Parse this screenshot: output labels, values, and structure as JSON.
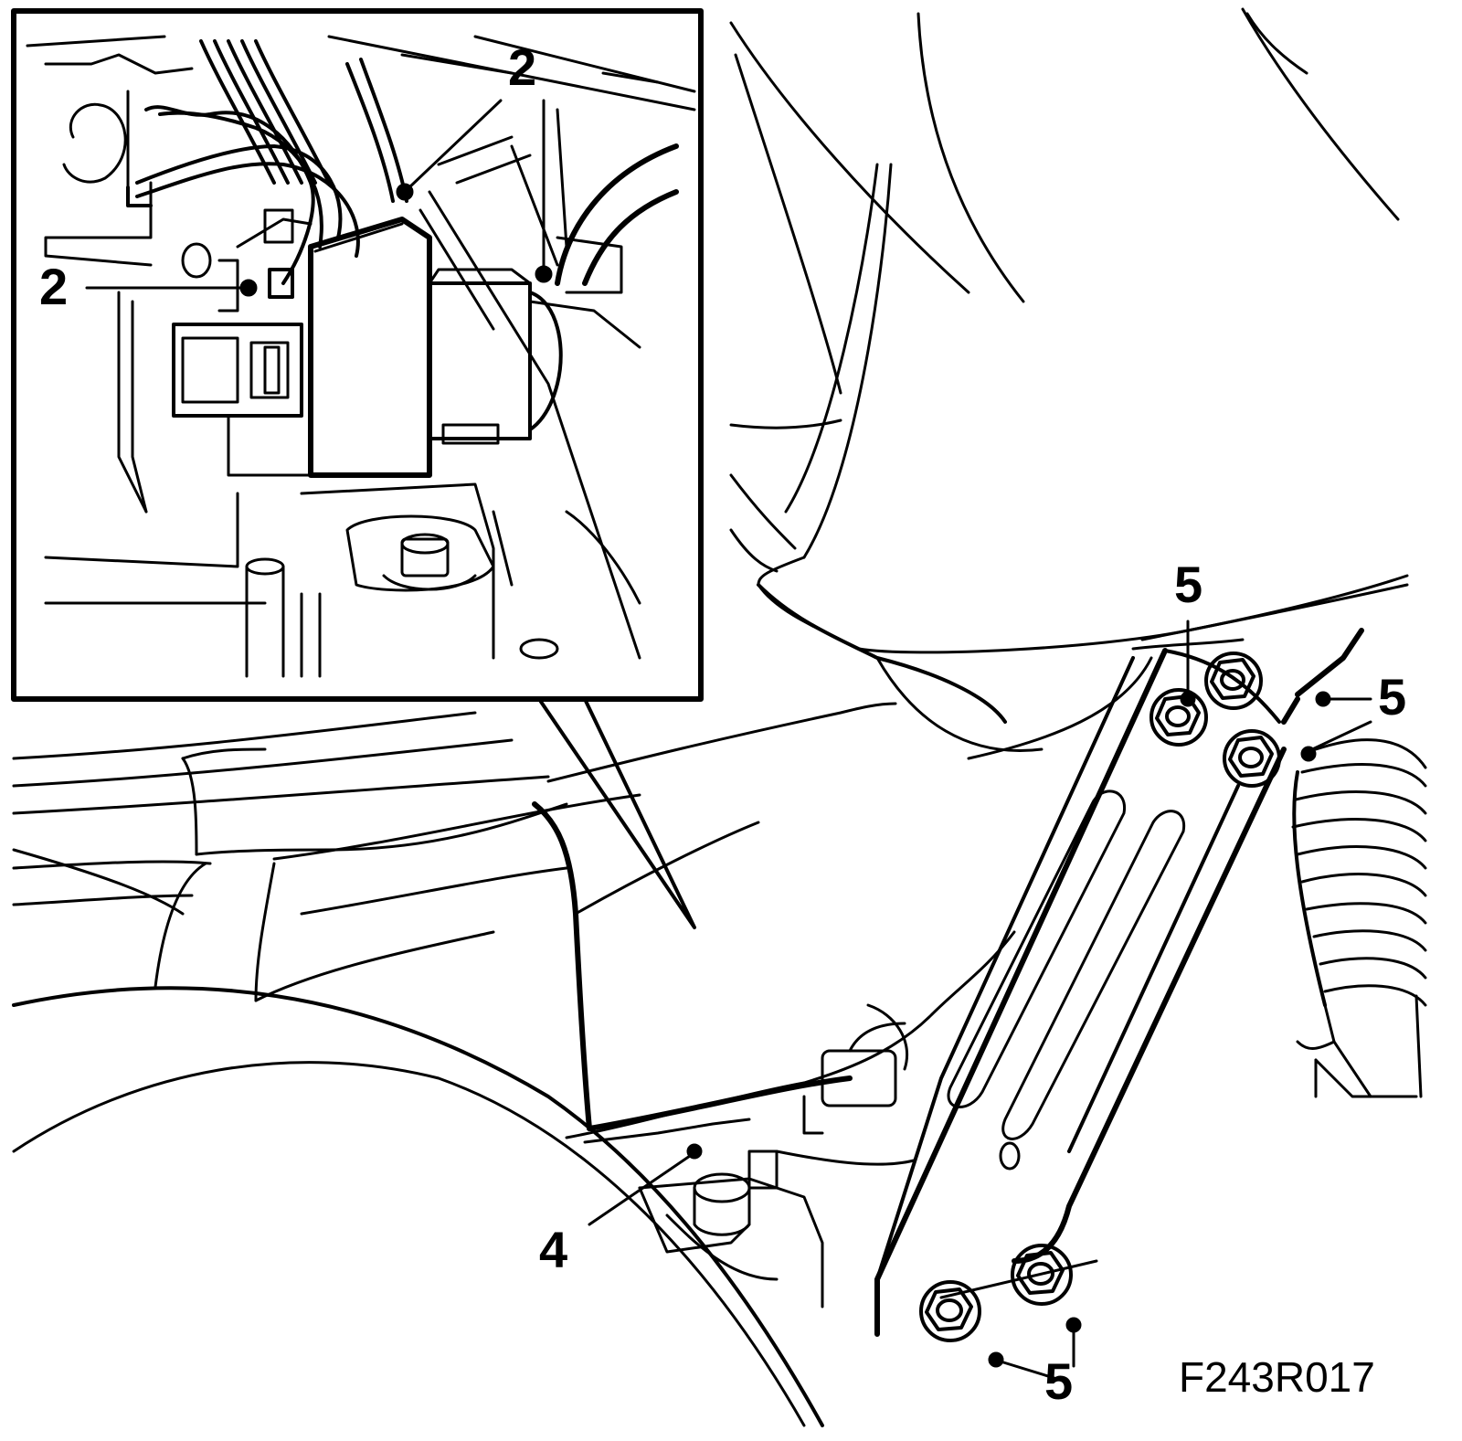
{
  "callouts": {
    "c2_left": "2",
    "c2_top": "2",
    "c4": "4",
    "c5_top": "5",
    "c5_right": "5",
    "c5_bottom": "5"
  },
  "figure_code": "F243R017",
  "colors": {
    "line": "#000000",
    "background": "#ffffff"
  }
}
